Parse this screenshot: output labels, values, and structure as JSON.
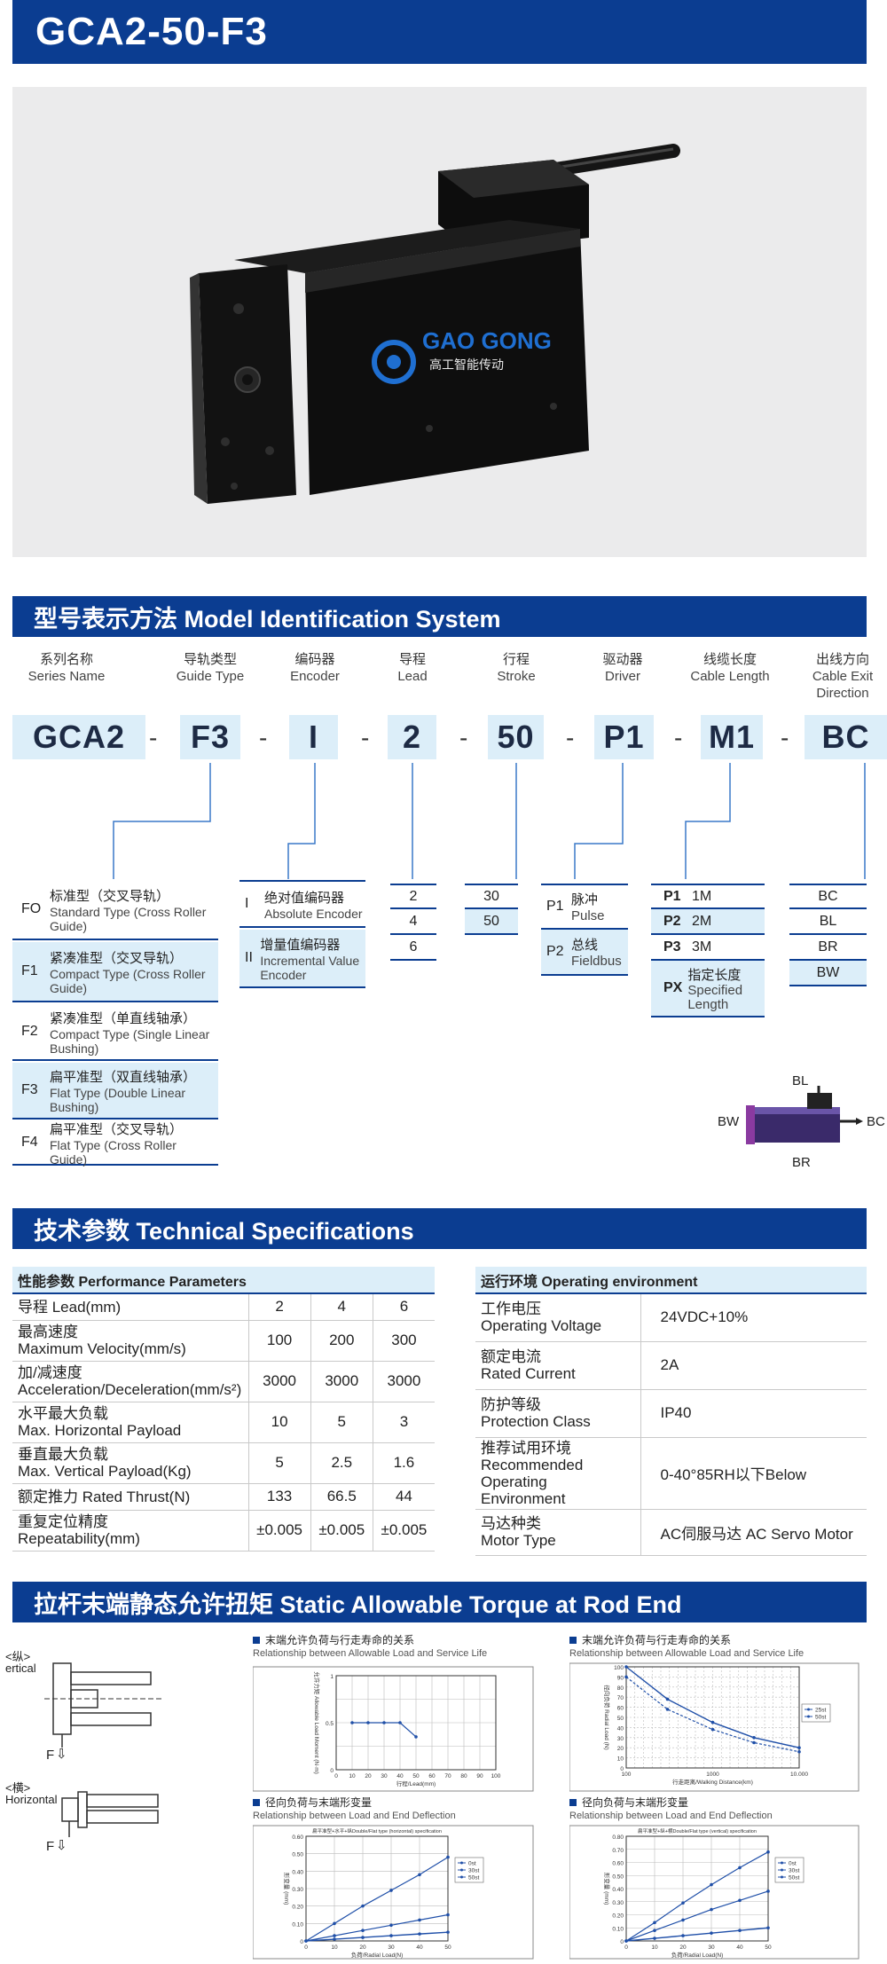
{
  "header": {
    "title": "GCA2-50-F3"
  },
  "product": {
    "brand": "GAO GONG",
    "brand_cn": "高工智能传动"
  },
  "model_section": {
    "title": "型号表示方法  Model Identification System",
    "columns": [
      {
        "cn": "系列名称",
        "en": "Series Name",
        "code": "GCA2"
      },
      {
        "cn": "导轨类型",
        "en": "Guide Type",
        "code": "F3"
      },
      {
        "cn": "编码器",
        "en": "Encoder",
        "code": "I"
      },
      {
        "cn": "导程",
        "en": "Lead",
        "code": "2"
      },
      {
        "cn": "行程",
        "en": "Stroke",
        "code": "50"
      },
      {
        "cn": "驱动器",
        "en": "Driver",
        "code": "P1"
      },
      {
        "cn": "线缆长度",
        "en": "Cable Length",
        "code": "M1"
      },
      {
        "cn": "出线方向",
        "en": "Cable Exit",
        "en2": "Direction",
        "code": "BC"
      }
    ],
    "guide_options": [
      {
        "code": "FO",
        "cn": "标准型（交叉导轨）",
        "en": "Standard Type (Cross Roller Guide)"
      },
      {
        "code": "F1",
        "cn": "紧凑准型（交叉导轨）",
        "en": "Compact Type (Cross Roller Guide)"
      },
      {
        "code": "F2",
        "cn": "紧凑准型（单直线轴承）",
        "en": "Compact Type (Single Linear Bushing)"
      },
      {
        "code": "F3",
        "cn": "扁平准型（双直线轴承）",
        "en": "Flat Type (Double Linear Bushing)"
      },
      {
        "code": "F4",
        "cn": "扁平准型（交叉导轨）",
        "en": "Flat Type (Cross Roller Guide)"
      }
    ],
    "encoder_options": [
      {
        "code": "I",
        "cn": "绝对值编码器",
        "en": "Absolute Encoder"
      },
      {
        "code": "II",
        "cn": "增量值编码器",
        "en": "Incremental Value Encoder"
      }
    ],
    "lead_options": [
      "2",
      "4",
      "6"
    ],
    "stroke_options": [
      "30",
      "50"
    ],
    "driver_options": [
      {
        "code": "P1",
        "cn": "脉冲",
        "en": "Pulse"
      },
      {
        "code": "P2",
        "cn": "总线",
        "en": "Fieldbus"
      }
    ],
    "cable_options": [
      {
        "code": "P1",
        "val": "1M"
      },
      {
        "code": "P2",
        "val": "2M"
      },
      {
        "code": "P3",
        "val": "3M"
      },
      {
        "code": "PX",
        "cn": "指定长度",
        "en": "Specified Length"
      }
    ],
    "direction_options": [
      "BC",
      "BL",
      "BR",
      "BW"
    ],
    "direction_labels": {
      "top": "BL",
      "left": "BW",
      "right": "BC",
      "bottom": "BR"
    }
  },
  "tech_section": {
    "title": "技术参数  Technical Specifications",
    "performance": {
      "header": "性能参数  Performance Parameters",
      "rows": [
        {
          "label": "导程 Lead(mm)",
          "v": [
            "2",
            "4",
            "6"
          ]
        },
        {
          "label": "最高速度",
          "label2": "Maximum Velocity(mm/s)",
          "v": [
            "100",
            "200",
            "300"
          ]
        },
        {
          "label": "加/减速度",
          "label2": "Acceleration/Deceleration(mm/s²)",
          "v": [
            "3000",
            "3000",
            "3000"
          ]
        },
        {
          "label": "水平最大负载",
          "label2": "Max. Horizontal Payload",
          "v": [
            "10",
            "5",
            "3"
          ]
        },
        {
          "label": "垂直最大负载",
          "label2": "Max. Vertical Payload(Kg)",
          "v": [
            "5",
            "2.5",
            "1.6"
          ]
        },
        {
          "label": "额定推力 Rated Thrust(N)",
          "v": [
            "133",
            "66.5",
            "44"
          ]
        },
        {
          "label": "重复定位精度",
          "label2": "Repeatability(mm)",
          "v": [
            "±0.005",
            "±0.005",
            "±0.005"
          ]
        }
      ]
    },
    "environment": {
      "header": "运行环境  Operating environment",
      "rows": [
        {
          "label": "工作电压",
          "label2": "Operating Voltage",
          "value": "24VDC+10%"
        },
        {
          "label": "额定电流",
          "label2": "Rated Current",
          "value": "2A"
        },
        {
          "label": "防护等级",
          "label2": "Protection Class",
          "value": "IP40"
        },
        {
          "label": "推荐试用环境",
          "label2": "Recommended",
          "label3": "Operating Environment",
          "value": "0-40°85RH以下Below"
        },
        {
          "label": "马达种类",
          "label2": "Motor Type",
          "value": "AC伺服马达 AC Servo Motor"
        }
      ]
    }
  },
  "torque_section": {
    "title": "拉杆末端静态允许扭矩  Static Allowable Torque at Rod End",
    "vertical_label": "<纵>",
    "vertical_en": "ertical",
    "horizontal_label": "<横>",
    "horizontal_en": "Horizontal",
    "force_label": "F"
  },
  "chart_data": [
    {
      "type": "line",
      "title": "末端允许负荷与行走寿命的关系",
      "subtitle": "Relationship between Allowable Load and Service Life",
      "xlabel": "行程/Lead(mm)",
      "ylabel": "允许力矩 Allowable Load Moment (N·m)",
      "x": [
        0,
        10,
        20,
        30,
        40,
        50,
        60,
        70,
        80,
        90,
        100
      ],
      "xlim": [
        0,
        100
      ],
      "ylim": [
        0,
        1
      ],
      "yticks": [
        "0",
        "0.5",
        "1"
      ],
      "series": [
        {
          "x": [
            10,
            20,
            30,
            40,
            50
          ],
          "values": [
            0.5,
            0.5,
            0.5,
            0.5,
            0.35
          ]
        }
      ]
    },
    {
      "type": "line",
      "title": "末端允许负荷与行走寿命的关系",
      "subtitle": "Relationship between Allowable Load and Service Life",
      "xlabel": "行走距离/Walking Distance(km)",
      "ylabel": "径向负荷 Radial Load (N)",
      "xticks": [
        "100",
        "1000",
        "10.000"
      ],
      "yticks": [
        "0",
        "10",
        "20",
        "30",
        "40",
        "50",
        "60",
        "70",
        "80",
        "90",
        "100"
      ],
      "ylim": [
        0,
        100
      ],
      "xscale": "log",
      "series": [
        {
          "name": "25st",
          "x": [
            100,
            300,
            1000,
            3000,
            10000
          ],
          "values": [
            100,
            68,
            45,
            30,
            20
          ]
        },
        {
          "name": "50st",
          "x": [
            100,
            300,
            1000,
            3000,
            10000
          ],
          "values": [
            90,
            58,
            38,
            25,
            16
          ]
        }
      ]
    },
    {
      "type": "line",
      "title": "径向负荷与末端形变量",
      "subtitle": "Relationship between Load and End Deflection",
      "inner_title": "扁平准型+水平+纵Double/Flat type (horizontal) specification",
      "xlabel": "负荷/Radial Load(N)",
      "ylabel": "形变量 (mm)",
      "xlim": [
        0,
        50
      ],
      "ylim": [
        0,
        0.6
      ],
      "yticks": [
        "0",
        "0.10",
        "0.20",
        "0.30",
        "0.40",
        "0.50",
        "0.60"
      ],
      "x": [
        0,
        10,
        20,
        30,
        40,
        50
      ],
      "series": [
        {
          "name": "0st",
          "values": [
            0,
            0.01,
            0.02,
            0.03,
            0.04,
            0.05
          ]
        },
        {
          "name": "30st",
          "values": [
            0,
            0.03,
            0.06,
            0.09,
            0.12,
            0.15
          ]
        },
        {
          "name": "50st",
          "values": [
            0,
            0.1,
            0.2,
            0.29,
            0.38,
            0.48
          ]
        }
      ]
    },
    {
      "type": "line",
      "title": "径向负荷与末端形变量",
      "subtitle": "Relationship between Load and End Deflection",
      "inner_title": "扁平准型+纵+横Double/Flat type (vertical) specification",
      "xlabel": "负荷/Radial Load(N)",
      "ylabel": "形变量 (mm)",
      "xlim": [
        0,
        50
      ],
      "ylim": [
        0,
        0.8
      ],
      "yticks": [
        "0",
        "0.10",
        "0.20",
        "0.30",
        "0.40",
        "0.50",
        "0.60",
        "0.70",
        "0.80"
      ],
      "x": [
        0,
        10,
        20,
        30,
        40,
        50
      ],
      "series": [
        {
          "name": "0st",
          "values": [
            0,
            0.02,
            0.04,
            0.06,
            0.08,
            0.1
          ]
        },
        {
          "name": "30st",
          "values": [
            0,
            0.08,
            0.16,
            0.24,
            0.31,
            0.38
          ]
        },
        {
          "name": "50st",
          "values": [
            0,
            0.14,
            0.29,
            0.43,
            0.56,
            0.68
          ]
        }
      ]
    }
  ],
  "colors": {
    "brand_blue": "#0b3d91",
    "highlight": "#dceef9",
    "series": [
      "#1f4fa8",
      "#1f4fa8",
      "#1f4fa8"
    ]
  }
}
